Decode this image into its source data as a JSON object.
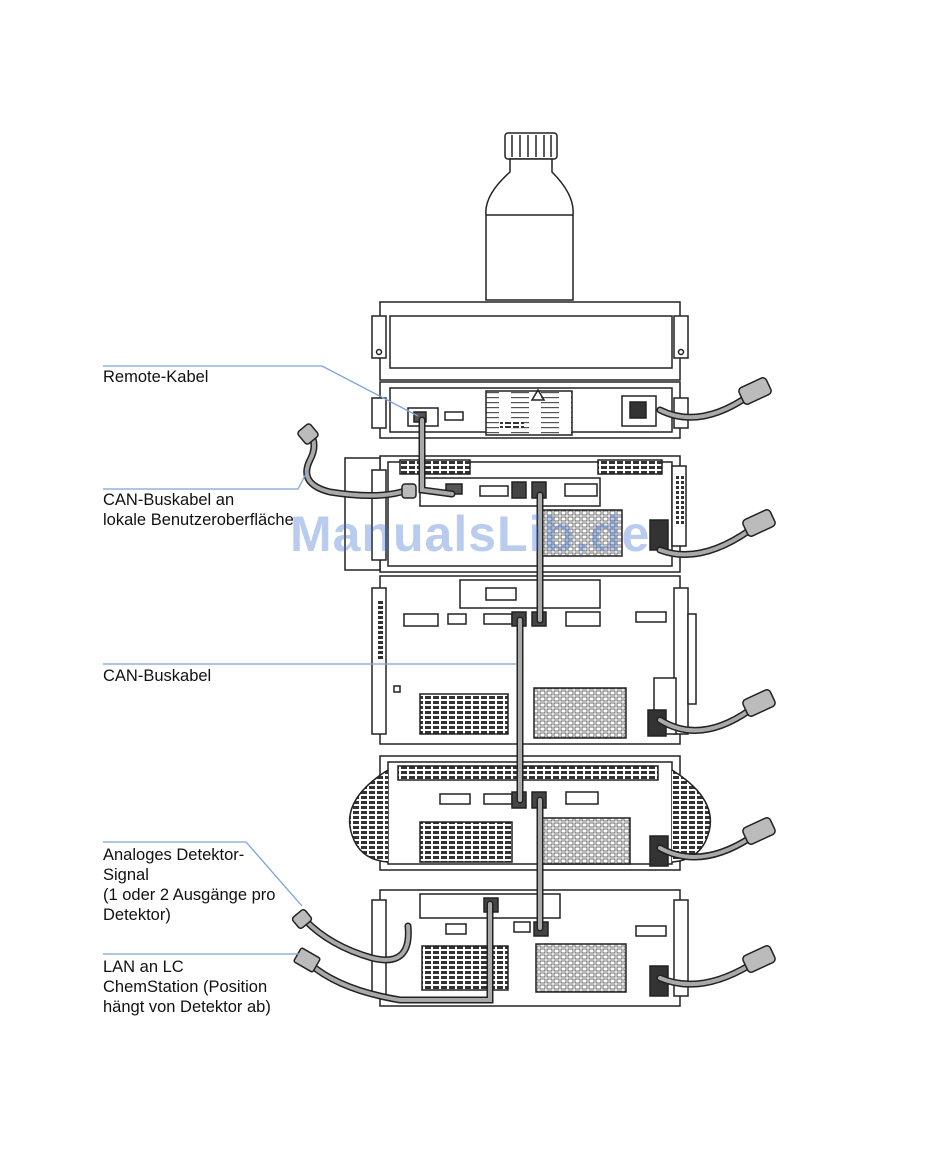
{
  "labels": {
    "remote_cable": "Remote-Kabel",
    "can_bus_local": "CAN-Buskabel an\nlokale Benutzeroberfläche",
    "can_bus": "CAN-Buskabel",
    "analog_signal": "Analoges Detektor-\nSignal\n(1 oder 2 Ausgänge pro\nDetektor)",
    "lan": "LAN an LC\nChemStation (Position\nhängt von Detektor ab)"
  },
  "watermark": "ManualsLib.de",
  "colors": {
    "outline": "#222222",
    "cable": "#a9a9a9",
    "leader_line": "#7ea3d6",
    "watermark": "#3d6fcf"
  }
}
